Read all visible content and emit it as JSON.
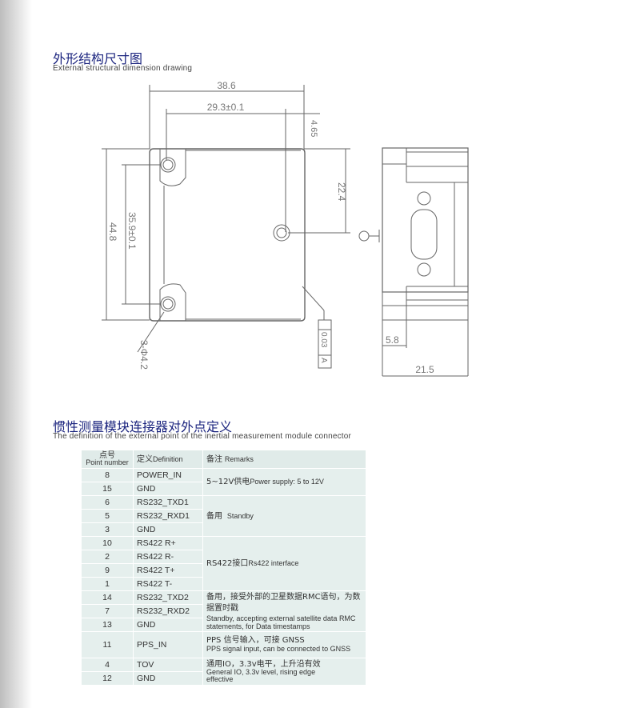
{
  "section1": {
    "title_cn": "外形结构尺寸图",
    "title_en": "External structural dimension drawing"
  },
  "drawing": {
    "dim_width": "38.6",
    "dim_hole_span_x": "29.3±0.1",
    "dim_offset": "4.65",
    "dim_hole_y": "22.4",
    "dim_height": "44.8",
    "dim_hole_span_y": "35.9±0.1",
    "dim_holes": "3-Φ4.2",
    "tolerance_value": "0.03",
    "tolerance_datum": "A",
    "dim_side_step": "5.8",
    "dim_side_depth": "21.5"
  },
  "section2": {
    "title_cn": "惯性测量模块连接器对外点定义",
    "title_en": "The definition of the external point of the inertial measurement module connector"
  },
  "table": {
    "headers": {
      "point_cn": "点号",
      "point_en": "Point number",
      "def_cn": "定义",
      "def_en": "Definition",
      "rem_cn": "备注",
      "rem_en": "Remarks"
    },
    "rows": [
      {
        "point": "8",
        "def": "POWER_IN"
      },
      {
        "point": "15",
        "def": "GND"
      },
      {
        "point": "6",
        "def": "RS232_TXD1"
      },
      {
        "point": "5",
        "def": "RS232_RXD1"
      },
      {
        "point": "3",
        "def": "GND"
      },
      {
        "point": "10",
        "def": "RS422 R+"
      },
      {
        "point": "2",
        "def": "RS422 R-"
      },
      {
        "point": "9",
        "def": "RS422 T+"
      },
      {
        "point": "1",
        "def": "RS422 T-"
      },
      {
        "point": "14",
        "def": "RS232_TXD2"
      },
      {
        "point": "7",
        "def": "RS232_RXD2"
      },
      {
        "point": "13",
        "def": "GND"
      },
      {
        "point": "11",
        "def": "PPS_IN"
      },
      {
        "point": "4",
        "def": "TOV"
      },
      {
        "point": "12",
        "def": "GND"
      }
    ],
    "remarks": [
      {
        "cn": "5~12V供电",
        "en": "Power supply: 5 to 12V"
      },
      {
        "cn": "备用",
        "en": "Standby"
      },
      {
        "cn": "RS422接口",
        "en": "Rs422 interface"
      },
      {
        "cn": "备用，接受外部的卫星数据RMC语句，为数据置时戳",
        "en": "Standby, accepting external satellite data RMC statements, for Data timestamps"
      },
      {
        "cn": "PPS 信号输入，可接 GNSS",
        "en": "PPS signal input, can be connected to GNSS"
      },
      {
        "cn": "通用IO，3.3v电平，上升沿有效",
        "en": "General IO, 3.3v level, rising edge effective"
      }
    ]
  }
}
